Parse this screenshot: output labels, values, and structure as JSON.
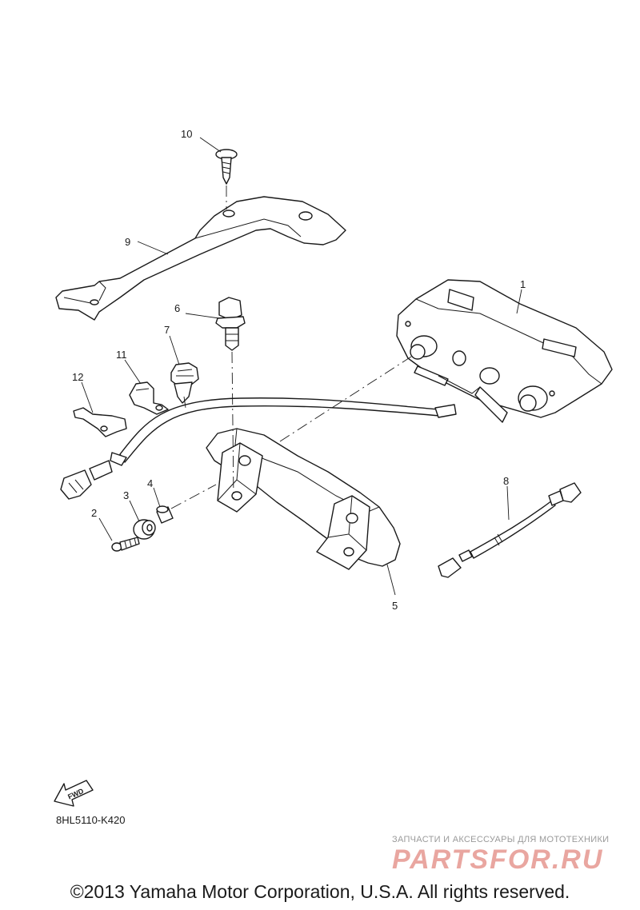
{
  "diagram": {
    "callouts": [
      "1",
      "2",
      "3",
      "4",
      "5",
      "6",
      "7",
      "8",
      "9",
      "10",
      "11",
      "12"
    ],
    "fwd_label": "FWD",
    "diagram_code": "8HL5110-K420",
    "watermark_caption": "ЗАПЧАСТИ И АКСЕССУАРЫ ДЛЯ МОТОТЕХНИКИ",
    "watermark_logo": "PARTSFOR.RU",
    "copyright": "©2013 Yamaha Motor Corporation, U.S.A. All rights reserved."
  }
}
